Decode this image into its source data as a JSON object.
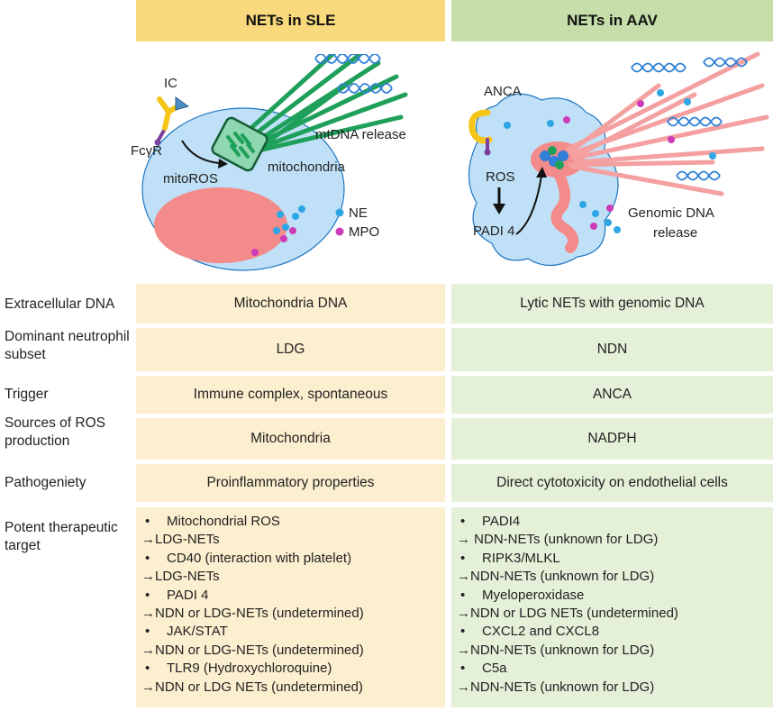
{
  "headers": {
    "sle": "NETs in SLE",
    "aav": "NETs in AAV"
  },
  "illustration": {
    "sle": {
      "ic": "IC",
      "fcgr": "FcγR",
      "mitoros": "mitoROS",
      "mtdna": "mtDNA release",
      "mito": "mitochondria",
      "ne": "NE",
      "mpo": "MPO"
    },
    "aav": {
      "anca": "ANCA",
      "ros": "ROS",
      "padi4": "PADI 4",
      "genomic1": "Genomic DNA",
      "genomic2": "release"
    }
  },
  "rows": [
    {
      "label": "Extracellular DNA",
      "sle": "Mitochondria DNA",
      "aav": "Lytic NETs with genomic DNA"
    },
    {
      "label": "Dominant neutrophil subset",
      "sle": "LDG",
      "aav": "NDN"
    },
    {
      "label": "Trigger",
      "sle": "Immune complex, spontaneous",
      "aav": "ANCA"
    },
    {
      "label": "Sources of ROS production",
      "sle": "Mitochondria",
      "aav": "NADPH"
    },
    {
      "label": "Pathogeniety",
      "sle": "Proinflammatory properties",
      "aav": "Direct cytotoxicity on endothelial cells"
    }
  ],
  "therapy": {
    "label": "Potent therapeutic target",
    "sle": [
      "Mitochondrial ROS",
      "→LDG-NETs",
      "CD40 (interaction with platelet)",
      "→LDG-NETs",
      "PADI 4",
      "→NDN or LDG-NETs (undetermined)",
      "JAK/STAT",
      "→NDN or LDG-NETs (undetermined)",
      "TLR9 (Hydroxychloroquine)",
      "→NDN or LDG NETs (undetermined)"
    ],
    "aav": [
      "PADI4",
      "→ NDN-NETs (unknown for LDG)",
      "RIPK3/MLKL",
      "→NDN-NETs (unknown for LDG)",
      "Myeloperoxidase",
      "→NDN or LDG NETs (undetermined)",
      "CXCL2 and CXCL8",
      "→NDN-NETs (unknown for LDG)",
      "C5a",
      "→NDN-NETs (unknown for LDG)"
    ]
  },
  "colors": {
    "sle_header": "#f8d97c",
    "aav_header": "#c6deaa",
    "sle_cell": "#fcefcf",
    "aav_cell": "#e4f0d8",
    "cell_body": "#bfe0f6",
    "nucleus": "#f48b8b",
    "mtdna": "#1fa05a",
    "dna": "#2f80d6",
    "ne": "#2ea6e6",
    "mpo": "#cc3bb8"
  }
}
